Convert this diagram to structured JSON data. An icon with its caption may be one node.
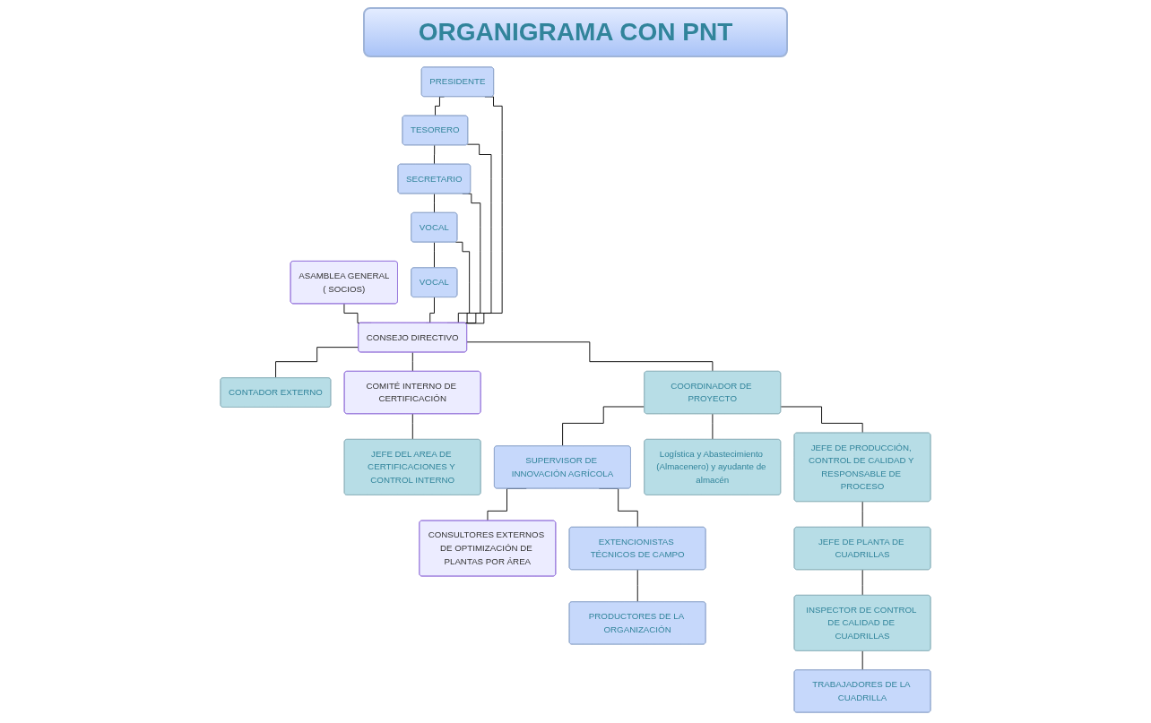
{
  "diagram": {
    "title": "ORGANIGRAMA CON PNT",
    "nodes": [
      {
        "text": [
          "ASAMBLEA GENERAL",
          "( SOCIOS)"
        ]
      },
      {
        "text": [
          "PRESIDENTE"
        ]
      },
      {
        "text": [
          "TESORERO"
        ]
      },
      {
        "text": [
          "SECRETARIO"
        ]
      },
      {
        "text": [
          "VOCAL"
        ]
      },
      {
        "text": [
          "VOCAL"
        ]
      },
      {
        "text": [
          "CONSEJO DIRECTIVO"
        ]
      },
      {
        "text": [
          "CONTADOR EXTERNO"
        ]
      },
      {
        "text": [
          "COMITÉ INTERNO DE CERTIFICACIÓN"
        ]
      },
      {
        "text": [
          "COORDINADOR DE PROYECTO"
        ]
      },
      {
        "text": [
          "SUPERVISOR DE INNOVACIÓN AGRÍCOLA"
        ]
      },
      {
        "text": [
          "CONSULTORES EXTERNOS DE OPTIMIZACIÓN DE PLANTAS POR ÁREA"
        ]
      },
      {
        "text": [
          "Logística y Abastecimiento (Almacenero) y ayudante de almacén"
        ]
      },
      {
        "text": [
          "EXTENCIONISTAS TÉCNICOS DE CAMPO"
        ]
      },
      {
        "text": [
          "JEFE DEL AREA DE CERTIFICACIONES Y CONTROL INTERNO"
        ]
      },
      {
        "text": [
          "JEFE DE PRODUCCIÓN, CONTROL DE CALIDAD Y RESPONSABLE DE PROCESO"
        ]
      },
      {
        "text": [
          "PRODUCTORES DE LA ORGANIZACIÓN"
        ]
      },
      {
        "text": [
          "JEFE DE PLANTA DE CUADRILLAS"
        ]
      },
      {
        "text": [
          "INSPECTOR DE CONTROL DE CALIDAD DE CUADRILLAS"
        ]
      },
      {
        "text": [
          "TRABAJADORES DE LA CUADRILLA"
        ]
      }
    ],
    "edges": [
      {
        "from": 0,
        "to": 6,
        "arrow": "none"
      },
      {
        "from": 1,
        "to": 2,
        "arrow": "none"
      },
      {
        "from": 2,
        "to": 3,
        "arrow": "none"
      },
      {
        "from": 3,
        "to": 4,
        "arrow": "none"
      },
      {
        "from": 4,
        "to": 5,
        "arrow": "none"
      },
      {
        "from": 1,
        "to": 6,
        "arrow": "none"
      },
      {
        "from": 2,
        "to": 6,
        "arrow": "none"
      },
      {
        "from": 3,
        "to": 6,
        "arrow": "none"
      },
      {
        "from": 4,
        "to": 6,
        "arrow": "none"
      },
      {
        "from": 5,
        "to": 6,
        "arrow": "none"
      },
      {
        "from": 6,
        "to": 7,
        "arrow": "none"
      },
      {
        "from": 6,
        "to": 8,
        "arrow": "none"
      },
      {
        "from": 6,
        "to": 9,
        "arrow": "none"
      },
      {
        "from": 8,
        "to": 14,
        "arrow": "none"
      },
      {
        "from": 9,
        "to": 10,
        "arrow": "none"
      },
      {
        "from": 10,
        "to": 11,
        "arrow": "none"
      },
      {
        "from": 10,
        "to": 13,
        "arrow": "none"
      },
      {
        "from": 13,
        "to": 16,
        "arrow": "none"
      },
      {
        "from": 9,
        "to": 12,
        "arrow": "none"
      },
      {
        "from": 9,
        "to": 15,
        "arrow": "none"
      },
      {
        "from": 15,
        "to": 17,
        "arrow": "none"
      },
      {
        "from": 17,
        "to": 18,
        "arrow": "none"
      },
      {
        "from": 18,
        "to": 19,
        "arrow": "none"
      }
    ]
  }
}
